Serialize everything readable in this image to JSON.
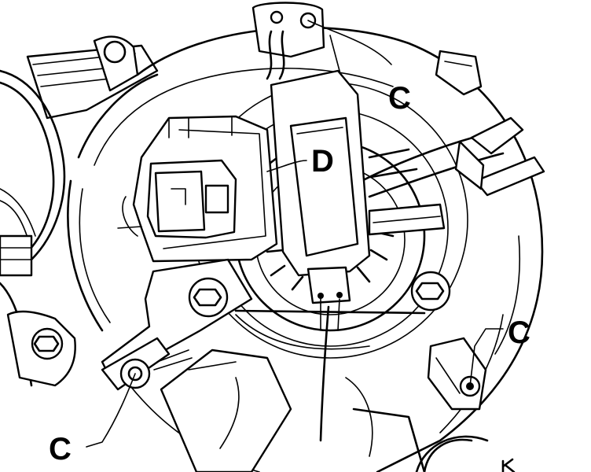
{
  "callouts": [
    {
      "id": "c-top-right",
      "label": "C"
    },
    {
      "id": "d-connector",
      "label": "D"
    },
    {
      "id": "c-right",
      "label": "C"
    },
    {
      "id": "c-bottom-left",
      "label": "C"
    }
  ]
}
